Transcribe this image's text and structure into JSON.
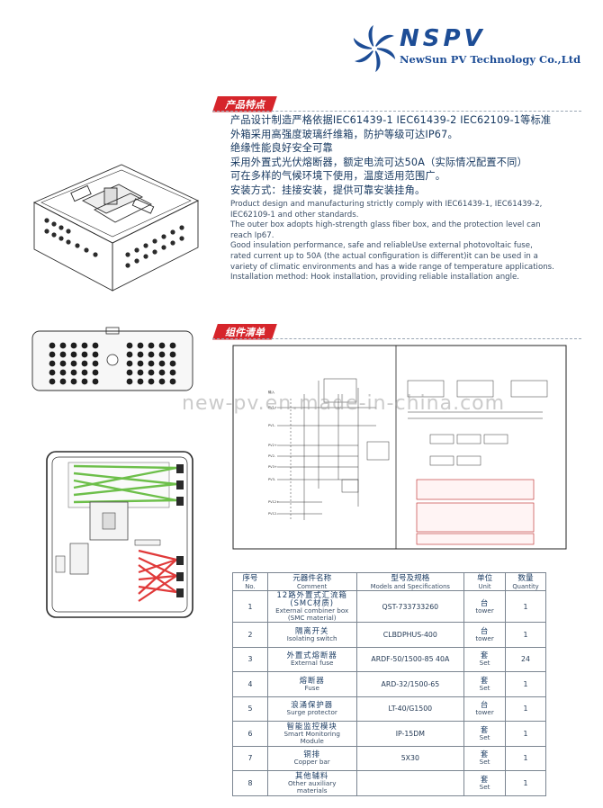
{
  "brand": {
    "name": "NSPV",
    "company": "NewSun PV Technology Co.,Ltd",
    "color": "#1d4d96"
  },
  "sections": {
    "features_title": "产品特点",
    "components_title": "组件清单",
    "accent_color": "#d6252b"
  },
  "features": {
    "cn_lines": [
      "产品设计制造严格依据IEC61439-1 IEC61439-2 IEC62109-1等标准",
      "外箱采用高强度玻璃纤维箱，防护等级可达IP67。",
      "绝缘性能良好安全可靠",
      "采用外置式光伏熔断器，额定电流可达50A（实际情况配置不同）",
      "可在多样的气候环境下使用，温度适用范围广。",
      "安装方式：挂接安装，提供可靠安装挂角。"
    ],
    "en_lines": [
      "Product design and manufacturing strictly comply with IEC61439-1, IEC61439-2,",
      "IEC62109-1 and other standards.",
      "The outer box adopts high-strength glass fiber box, and the protection level can",
      "reach Ip67.",
      "Good insulation performance, safe and reliableUse external photovoltaic fuse,",
      "rated current up to 50A (the actual configuration is different)it can be used in a",
      "variety of climatic environments and has a wide range of temperature applications.",
      "Installation method: Hook installation, providing reliable installation angle."
    ]
  },
  "watermark": "new-pv.en.made-in-china.com",
  "table": {
    "headers": [
      {
        "cn": "序号",
        "en": "No."
      },
      {
        "cn": "元器件名称",
        "en": "Comment"
      },
      {
        "cn": "型号及规格",
        "en": "Models and Specifications"
      },
      {
        "cn": "单位",
        "en": "Unit"
      },
      {
        "cn": "数量",
        "en": "Quantity"
      }
    ],
    "rows": [
      {
        "no": "1",
        "cn": "12路外置式汇流箱\n(SMC材质)",
        "en": "External combiner box\n(SMC material)",
        "model": "QST-733733260",
        "unit_cn": "台",
        "unit_en": "tower",
        "qty": "1"
      },
      {
        "no": "2",
        "cn": "隔离开关",
        "en": "Isolating switch",
        "model": "CLBDPHUS-400",
        "unit_cn": "台",
        "unit_en": "tower",
        "qty": "1"
      },
      {
        "no": "3",
        "cn": "外置式熔断器",
        "en": "External fuse",
        "model": "ARDF-50/1500-85 40A",
        "unit_cn": "套",
        "unit_en": "Set",
        "qty": "24"
      },
      {
        "no": "4",
        "cn": "熔断器",
        "en": "Fuse",
        "model": "ARD-32/1500-65",
        "unit_cn": "套",
        "unit_en": "Set",
        "qty": "1"
      },
      {
        "no": "5",
        "cn": "浪涌保护器",
        "en": "Surge protector",
        "model": "LT-40/G1500",
        "unit_cn": "台",
        "unit_en": "tower",
        "qty": "1"
      },
      {
        "no": "6",
        "cn": "智能监控模块",
        "en": "Smart Monitoring\nModule",
        "model": "IP-15DM",
        "unit_cn": "套",
        "unit_en": "Set",
        "qty": "1"
      },
      {
        "no": "7",
        "cn": "铜排",
        "en": "Copper bar",
        "model": "5X30",
        "unit_cn": "套",
        "unit_en": "Set",
        "qty": "1"
      },
      {
        "no": "8",
        "cn": "其他辅料",
        "en": "Other auxiliary\nmaterials",
        "model": "",
        "unit_cn": "套",
        "unit_en": "Set",
        "qty": "1"
      }
    ]
  }
}
